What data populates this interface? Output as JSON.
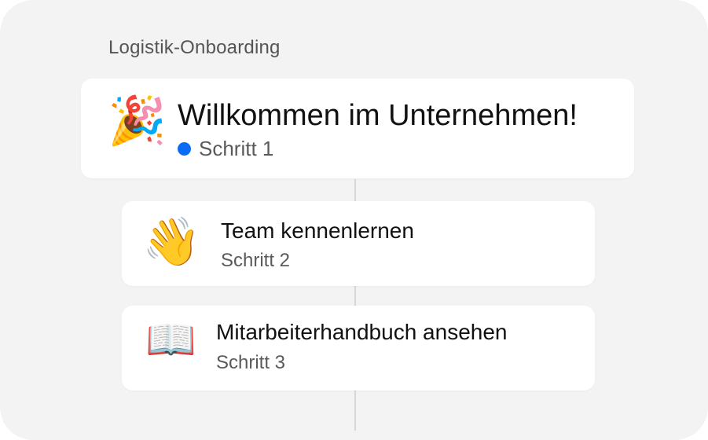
{
  "section_title": "Logistik-Onboarding",
  "accent_color": "#0a6cf5",
  "steps": [
    {
      "icon": "party-popper-icon",
      "emoji": "🎉",
      "title": "Willkommen im Unternehmen!",
      "step_label": "Schritt 1",
      "active": true
    },
    {
      "icon": "waving-hand-icon",
      "emoji": "👋",
      "title": "Team kennenlernen",
      "step_label": "Schritt 2",
      "active": false
    },
    {
      "icon": "open-book-icon",
      "emoji": "📖",
      "title": "Mitarbeiterhandbuch ansehen",
      "step_label": "Schritt 3",
      "active": false
    }
  ]
}
